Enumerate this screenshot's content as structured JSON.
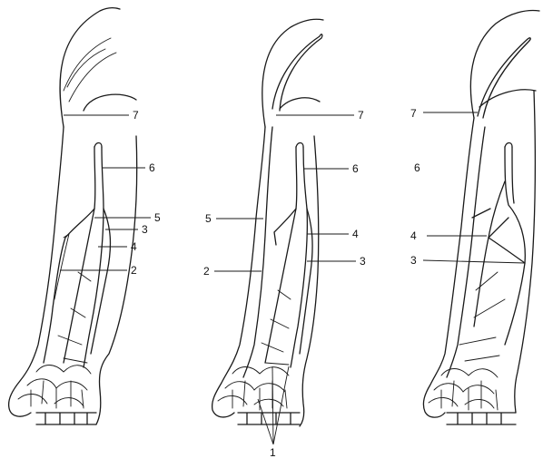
{
  "figure": {
    "panel_left": {
      "labels": {
        "l7": "7",
        "l6": "6",
        "l5": "5",
        "l3": "3",
        "l4": "4",
        "l2": "2"
      }
    },
    "panel_middle": {
      "labels": {
        "l7": "7",
        "l6": "6",
        "l5": "5",
        "l4": "4",
        "l2": "2",
        "l3": "3"
      }
    },
    "panel_right": {
      "labels": {
        "l7": "7",
        "l6": "6",
        "l4": "4",
        "l3": "3"
      }
    },
    "bottom_label": "1"
  }
}
